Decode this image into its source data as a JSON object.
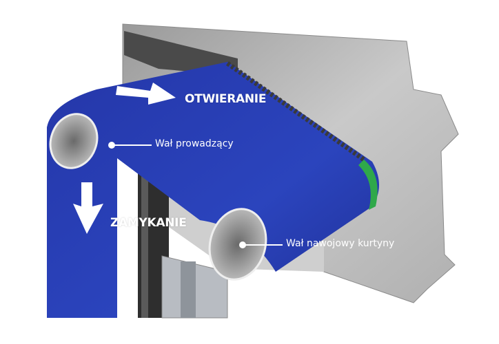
{
  "labels": {
    "opening": "OTWIERANIE",
    "closing": "ZAMYKANIE",
    "guide_roller": "Wał prowadzący",
    "winding_roller": "Wał nawojowy kurtyny"
  },
  "colors": {
    "curtain": "#2a3fb0",
    "plate": "#b9b9b9",
    "frame": "#3a3a3a",
    "seal": "#2fa84a"
  }
}
